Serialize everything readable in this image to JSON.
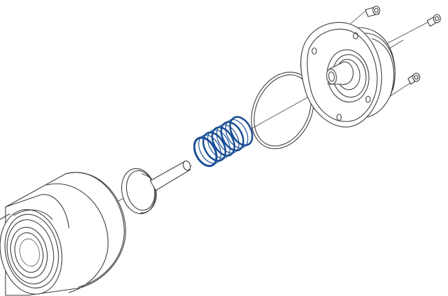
{
  "figure": {
    "kind": "exploded-assembly-drawing",
    "parts": [
      "valve-body",
      "valve-disc",
      "valve-stem",
      "spring",
      "o-ring",
      "flange-cover",
      "screws"
    ],
    "highlight_color": "#1a4f96",
    "line_color": "#3c3c3c",
    "background": "#ffffff"
  }
}
